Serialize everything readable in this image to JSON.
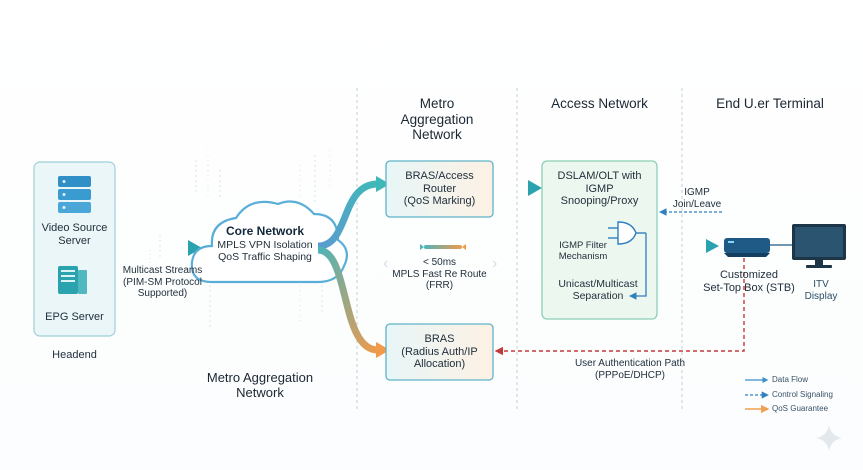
{
  "columns": {
    "metro_top": "Metro Aggregation Network",
    "access": "Access Network",
    "end_user": "End U.er Terminal",
    "metro_bottom": "Metro Aggregation Network"
  },
  "headend": {
    "video_source": "Video Source Server",
    "epg_server": "EPG Server",
    "label": "Headend"
  },
  "multicast_label": "Multicast Streams (PIM-SM Protocol Supported)",
  "core": {
    "title": "Core Network",
    "line1": "MPLS VPN Isolation",
    "line2": "QoS Traffic Shaping"
  },
  "bras_access": {
    "line1": "BRAS/Access",
    "line2": "Router",
    "line3": "(QoS Marking)"
  },
  "frr": {
    "line1": "< 50ms",
    "line2": "MPLS Fast Re Route",
    "line3": "(FRR)"
  },
  "bras_auth": {
    "line1": "BRAS",
    "line2": "(Radius Auth/IP",
    "line3": "Allocation)"
  },
  "dslam": {
    "title_line1": "DSLAM/OLT with",
    "title_line2": "IGMP",
    "title_line3": "Snooping/Proxy",
    "filter_line1": "IGMP Filter",
    "filter_line2": "Mechanism",
    "sep_line1": "Unicast/Multicast",
    "sep_line2": "Separation"
  },
  "igmp": {
    "line1": "IGMP",
    "line2": "Join/Leave"
  },
  "stb": {
    "line1": "Customized",
    "line2": "Set-Top Box (STB)"
  },
  "tv": {
    "line1": "ITV",
    "line2": "Display"
  },
  "auth_path": {
    "line1": "User Authentication Path",
    "line2": "(PPPoE/DHCP)"
  },
  "legend": {
    "data_flow": "Data Flow",
    "control": "Control Signaling",
    "qos": "QoS Guarantee"
  },
  "colors": {
    "teal": "#2fa8b4",
    "blue": "#2f7fc1",
    "orange": "#f0a050",
    "red_dashed": "#c43b3b",
    "box_green": "#ecf7ef"
  }
}
